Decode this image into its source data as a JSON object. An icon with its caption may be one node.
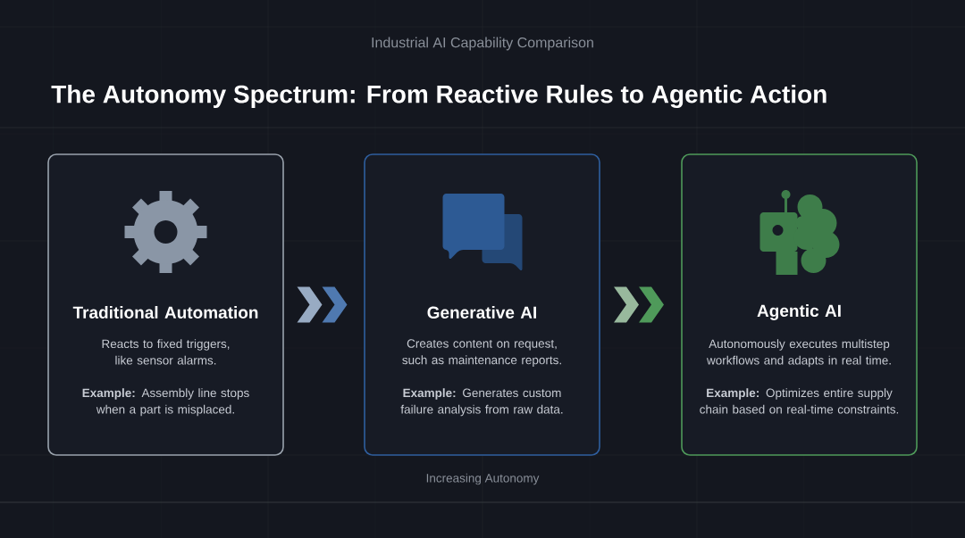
{
  "diagram": {
    "title": "The Autonomy Spectrum: From Reactive Rules to Agentic Action",
    "nodes": [
      {
        "text": [
          "Traditional Automation",
          "Reacts to fixed triggers, like sensor alarms.",
          "**Example:** Assembly line stops when a part is misplaced."
        ]
      },
      {
        "text": [
          "Generative AI",
          "Creates content on request, such as maintenance reports.",
          "**Example:** Generates custom failure analysis from raw data."
        ]
      },
      {
        "text": [
          "Agentic AI",
          "Autonomously executes multistep workflows and adapts in real time.",
          "**Example:** Optimizes entire supply chain based on real-time constraints."
        ]
      }
    ],
    "edges": [
      {
        "from": 0,
        "to": 1,
        "arrow": "to",
        "color": "#4f79b0"
      },
      {
        "from": 1,
        "to": 2,
        "arrow": "to",
        "color": "#4f9a5a"
      }
    ],
    "labels": [
      "Industrial AI Capability Comparison",
      "Increasing Autonomy"
    ]
  }
}
